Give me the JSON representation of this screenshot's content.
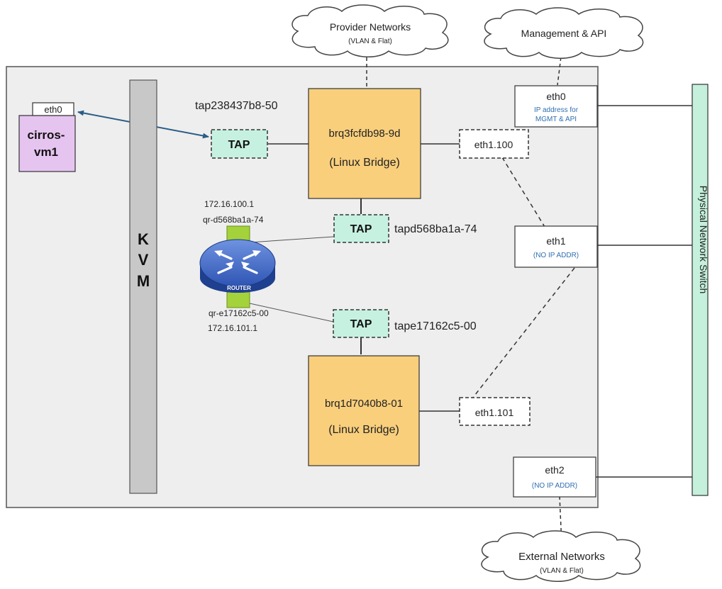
{
  "clouds": {
    "provider": {
      "title": "Provider Networks",
      "subtitle": "(VLAN & Flat)"
    },
    "management": {
      "title": "Management & API"
    },
    "external": {
      "title": "External Networks",
      "subtitle": "(VLAN & Flat)"
    }
  },
  "vm": {
    "iface": "eth0",
    "name_line1": "cirros-",
    "name_line2": "vm1"
  },
  "kvm": {
    "letters": [
      "K",
      "V",
      "M"
    ]
  },
  "taps": {
    "vm_tap": {
      "label": "TAP",
      "name": "tap238437b8-50"
    },
    "router_tap_top": {
      "label": "TAP",
      "name": "tapd568ba1a-74"
    },
    "router_tap_bottom": {
      "label": "TAP",
      "name": "tape17162c5-00"
    }
  },
  "bridges": {
    "top": {
      "name": "brq3fcfdb98-9d",
      "type": "(Linux Bridge)"
    },
    "bottom": {
      "name": "brq1d7040b8-01",
      "type": "(Linux Bridge)"
    }
  },
  "router": {
    "icon_label": "ROUTER",
    "top_ip": "172.16.100.1",
    "top_port": "qr-d568ba1a-74",
    "bottom_port": "qr-e17162c5-00",
    "bottom_ip": "172.16.101.1"
  },
  "vlan_ifaces": {
    "top": "eth1.100",
    "bottom": "eth1.101"
  },
  "nics": {
    "eth0": {
      "name": "eth0",
      "note_line1": "IP address for",
      "note_line2": "MGMT & API"
    },
    "eth1": {
      "name": "eth1",
      "note": "(NO IP ADDR)"
    },
    "eth2": {
      "name": "eth2",
      "note": "(NO IP ADDR)"
    }
  },
  "switch": {
    "label": "Physical Network Switch"
  },
  "colors": {
    "host_bg": "#eeeeee",
    "kvm": "#c8c8c8",
    "bridge": "#f9cf7c",
    "tap": "#c6f1e1",
    "vm": "#e6c4f0",
    "switch": "#c4f0dc",
    "router": "#2f55b4",
    "router_port": "#a4d23a",
    "note_blue": "#2f6fb0",
    "arrow": "#2a5d86"
  }
}
